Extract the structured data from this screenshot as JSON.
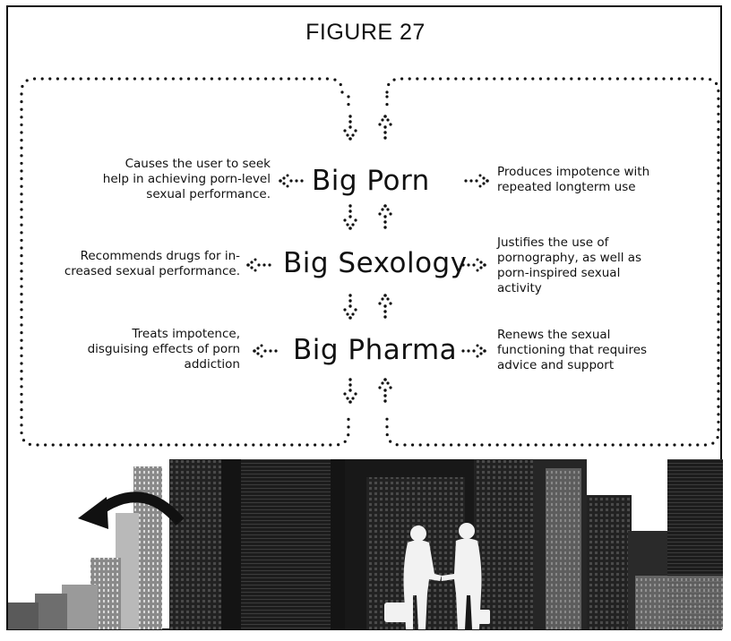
{
  "figure": {
    "title": "FIGURE 27"
  },
  "nodes": {
    "porn": "Big Porn",
    "sexology": "Big Sexology",
    "pharma": "Big Pharma"
  },
  "left_notes": {
    "porn": [
      "Causes the user to seek",
      "help in achieving porn-level",
      "sexual performance."
    ],
    "sexology": [
      "Recommends drugs for in-",
      "creased sexual performance."
    ],
    "pharma": [
      "Treats impotence,",
      "disguising effects of porn",
      "addiction"
    ]
  },
  "right_notes": {
    "porn": [
      "Produces impotence with",
      "repeated longterm use"
    ],
    "sexology": [
      "Justifies the use of",
      "pornography, as well as",
      "porn-inspired sexual",
      "activity"
    ],
    "pharma": [
      "Renews the sexual",
      "functioning that requires",
      "advice and support"
    ]
  },
  "colors": {
    "ink": "#111111",
    "dots": "#111111",
    "city_dark": "#1a1a1a",
    "city_mid": "#3a3a3a",
    "silhouette": "#f2f2f2"
  },
  "icons": {
    "down_arrow": "dotted-down-arrow-icon",
    "up_arrow": "dotted-up-arrow-icon",
    "left_arrow": "dotted-left-arrow-icon",
    "right_arrow": "dotted-right-arrow-icon",
    "curved_arrow": "curved-left-arrow-icon"
  }
}
